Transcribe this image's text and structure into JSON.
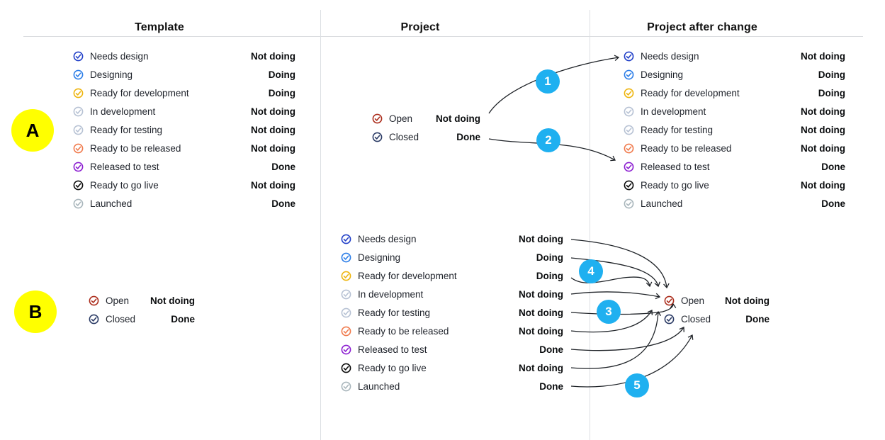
{
  "headers": {
    "template": "Template",
    "project": "Project",
    "after_change": "Project after change"
  },
  "section_markers": {
    "a": "A",
    "b": "B"
  },
  "step_badges": [
    "1",
    "2",
    "3",
    "4",
    "5"
  ],
  "status_mapping": [
    {
      "label": "Needs design",
      "value": "Not doing",
      "color": "#2240C8"
    },
    {
      "label": "Designing",
      "value": "Doing",
      "color": "#2E7FE8"
    },
    {
      "label": "Ready for development",
      "value": "Doing",
      "color": "#EEB50E"
    },
    {
      "label": "In development",
      "value": "Not doing",
      "color": "#B7C2D4"
    },
    {
      "label": "Ready for testing",
      "value": "Not doing",
      "color": "#B7C2D4"
    },
    {
      "label": "Ready to be released",
      "value": "Not doing",
      "color": "#F07B4D"
    },
    {
      "label": "Released to test",
      "value": "Done",
      "color": "#8C1FD1"
    },
    {
      "label": "Ready to go live",
      "value": "Not doing",
      "color": "#0B0B0B"
    },
    {
      "label": "Launched",
      "value": "Done",
      "color": "#A9B6BC"
    }
  ],
  "workflow_mapping": [
    {
      "label": "Open",
      "value": "Not doing",
      "color": "#AC2E1D"
    },
    {
      "label": "Closed",
      "value": "Done",
      "color": "#2C3C66"
    }
  ],
  "colors": {
    "step_badge_bg": "#1FB0F0",
    "step_badge_text": "#FFFFFF",
    "section_marker_bg": "#FFFF00",
    "section_marker_text": "#000000",
    "arrow": "#1F2328",
    "divider": "#DCDFE3"
  }
}
